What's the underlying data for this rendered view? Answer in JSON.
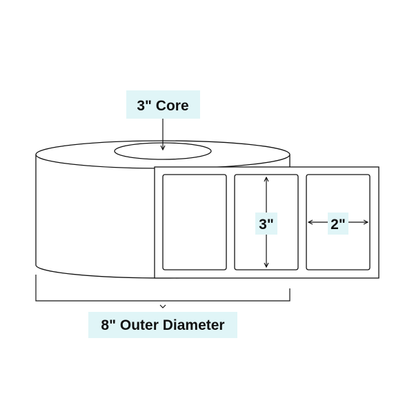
{
  "labels": {
    "core": "3\" Core",
    "label_height": "3\"",
    "label_width": "2\"",
    "outer_diameter": "8\" Outer Diameter"
  },
  "colors": {
    "label_background": "#e0f5f7",
    "stroke": "#111111",
    "fill": "#ffffff"
  }
}
